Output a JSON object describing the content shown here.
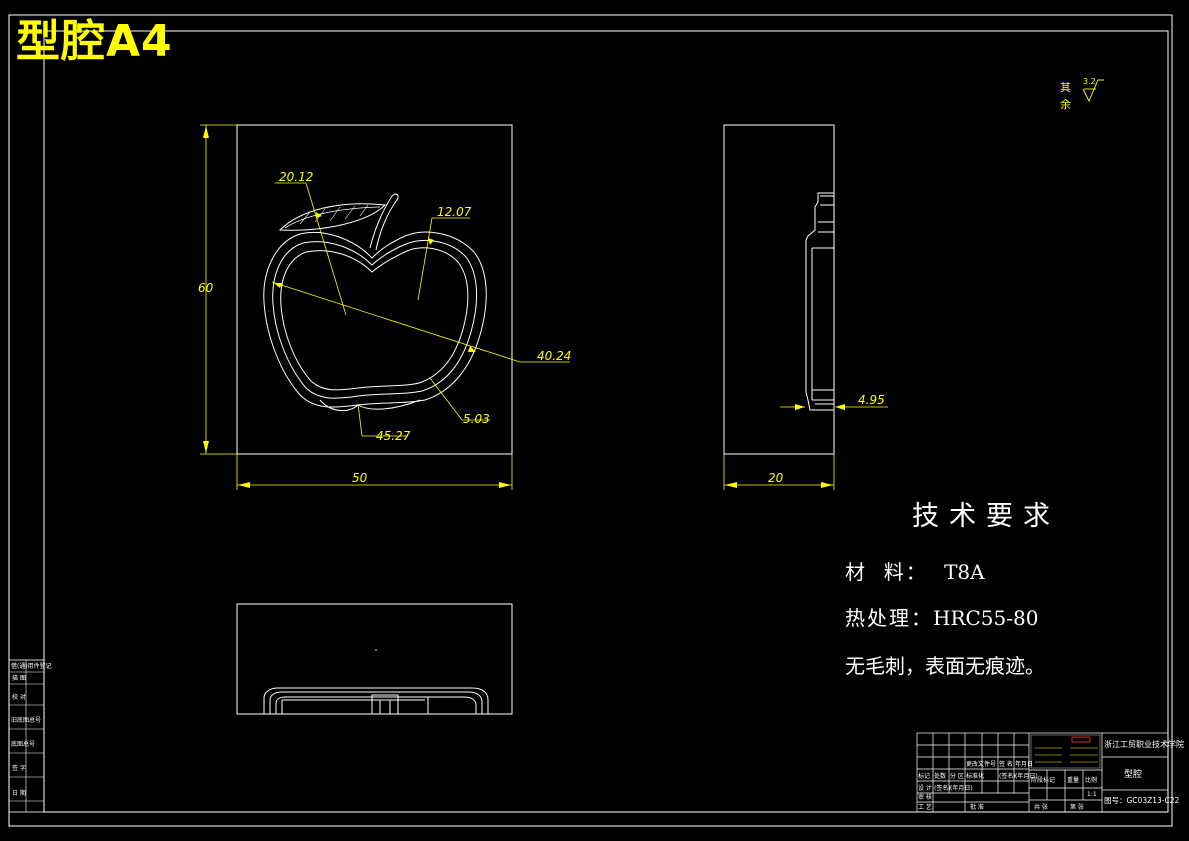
{
  "drawing": {
    "title": "型腔A4",
    "dimensions": {
      "leaf": "20.12",
      "upper_right": "12.07",
      "diagonal": "40.24",
      "bottom_right": "5.03",
      "bottom": "45.27",
      "height": "60",
      "width": "50",
      "side_step": "4.95",
      "side_width": "20"
    },
    "roughness": {
      "label_top": "其",
      "label_bottom": "余",
      "value": "3.2"
    },
    "colors": {
      "background": "#000000",
      "lines": "#ffffff",
      "dimensions": "#ffff00"
    }
  },
  "tech_requirements": {
    "title": "技术要求",
    "material_label": "材  料：",
    "material_value": "T8A",
    "heat_label": "热处理：",
    "heat_value": "HRC55-80",
    "note": "无毛刺，表面无痕迹。"
  },
  "left_strip": [
    "借(通)用件登记",
    "描 图",
    "校 对",
    "旧底图总号",
    "底图总号",
    "签 字",
    "日 期"
  ],
  "title_block": {
    "school": "浙江工贸职业技术学院",
    "part_name": "型腔",
    "drawing_no": "图号：GC03Z13-C22",
    "scale": "1:1",
    "row_labels": [
      "标记",
      "处数",
      "分 区",
      "更改文件号",
      "签 名",
      "年月日"
    ],
    "row_labels2": [
      "设 计",
      "(签名)",
      "(年月日)",
      "标准化",
      "(签名)",
      "(年月日)"
    ],
    "row_labels3": [
      "阶段标记",
      "重量",
      "比例"
    ],
    "row_labels4": [
      "审 核",
      "工 艺",
      "批 准"
    ],
    "row_labels5": [
      "共 张",
      "第 张"
    ]
  }
}
